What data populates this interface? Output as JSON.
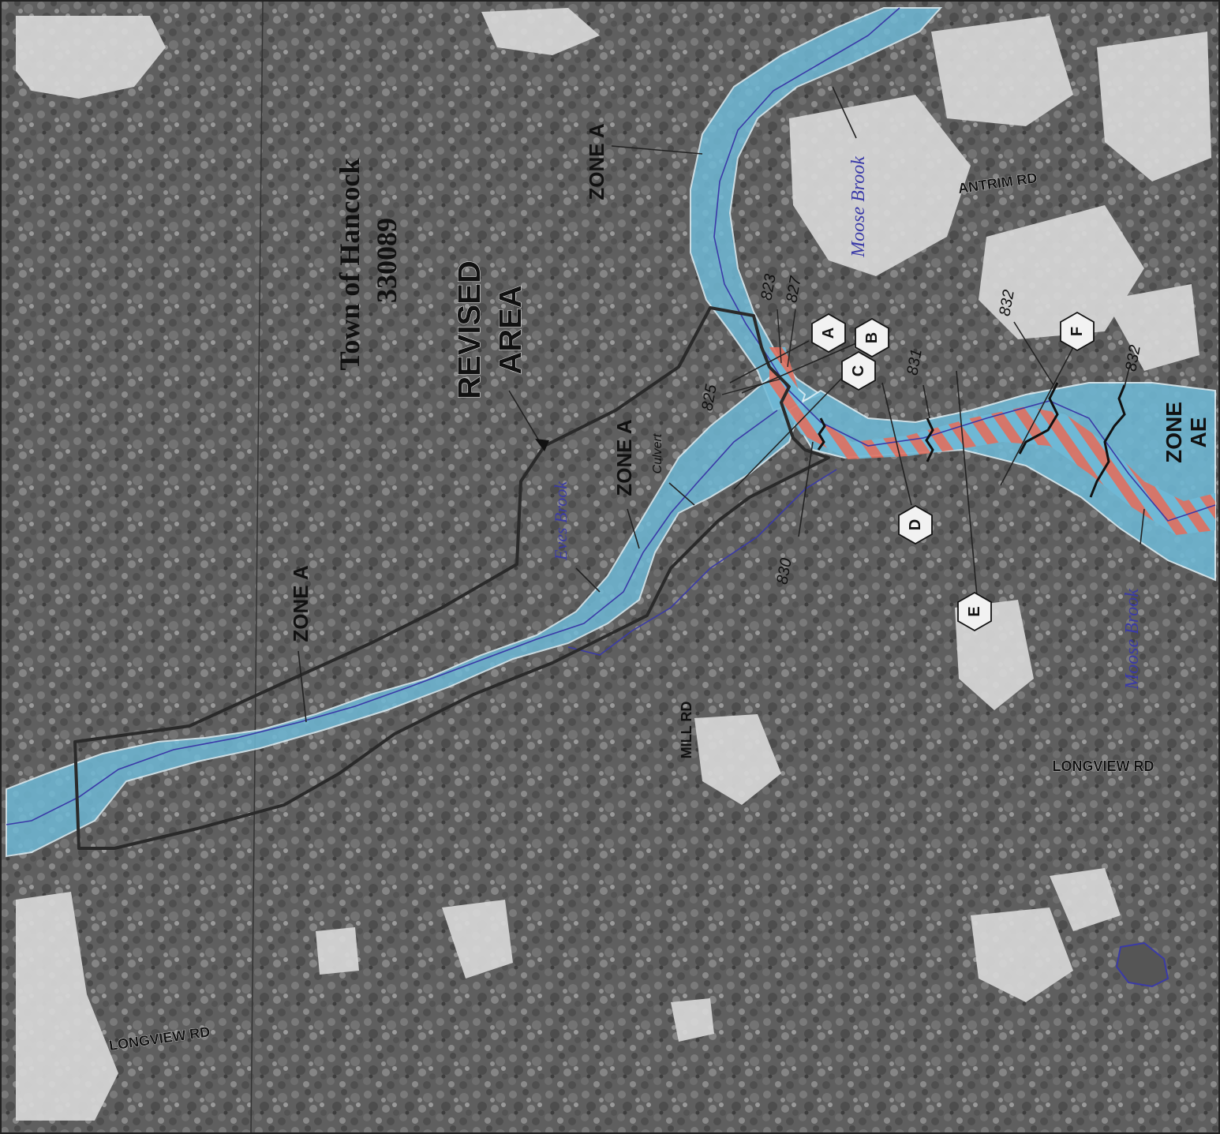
{
  "colors": {
    "forest": "#5e5e5e",
    "clearing": "#d9d9d9",
    "zone_fill": "#6fb9d6",
    "stream": "#3a3aa8",
    "revised_outline": "#2a2a2a",
    "floodway_hatch": "#e07060",
    "bfe_line": "#111111"
  },
  "jurisdiction": {
    "name": "Town of Hancock",
    "community_id": "330089"
  },
  "revised_area": {
    "line1": "REVISED",
    "line2": "AREA"
  },
  "zones": {
    "zone_a_north": "ZONE A",
    "zone_a_mid": "ZONE A",
    "zone_a_west": "ZONE A",
    "zone_ae_line1": "ZONE",
    "zone_ae_line2": "AE"
  },
  "streams": {
    "moose_brook_north": "Moose Brook",
    "moose_brook_south": "Moose Brook",
    "eves_brook": "Eves Brook"
  },
  "structures": {
    "culvert": "Culvert"
  },
  "roads": {
    "antrim": "ANTRIM RD",
    "mill": "MILL RD",
    "longview_east": "LONGVIEW RD",
    "longview_west": "LONGVIEW RD"
  },
  "elevations": {
    "e823": "823",
    "e827": "827",
    "e825": "825",
    "e830": "830",
    "e831": "831",
    "e832a": "832",
    "e832b": "832"
  },
  "cross_sections": {
    "A": "A",
    "B": "B",
    "C": "C",
    "D": "D",
    "E": "E",
    "F": "F"
  }
}
